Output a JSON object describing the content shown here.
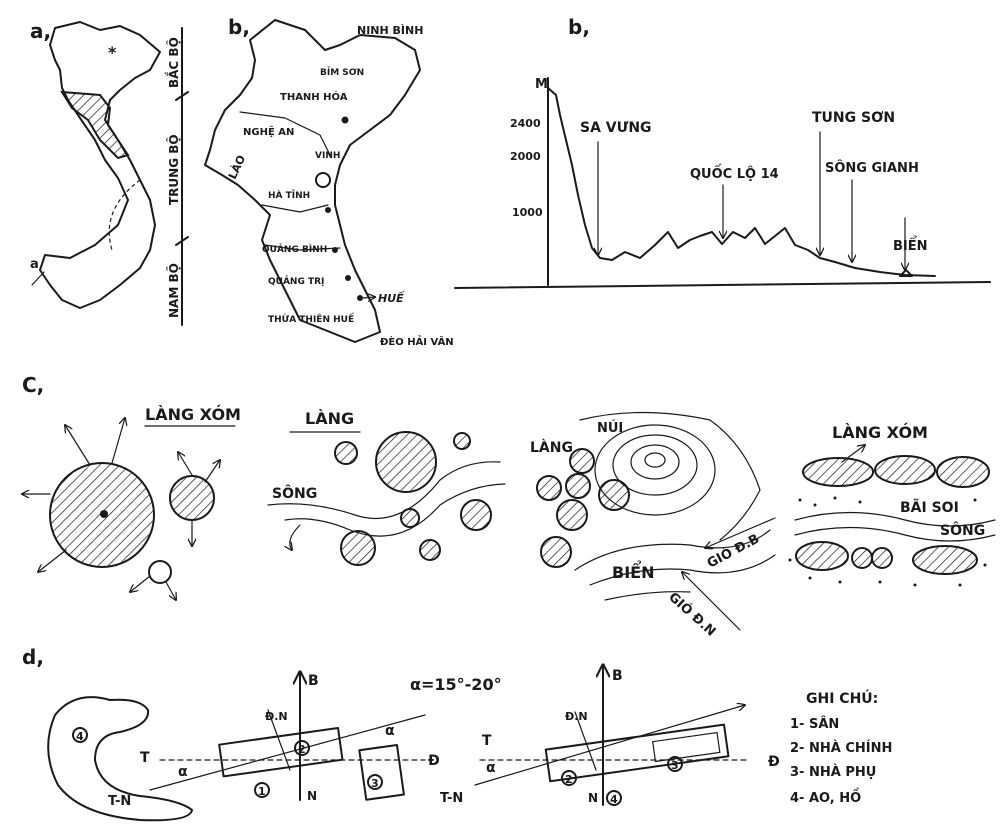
{
  "panels": {
    "a": {
      "label": "a,",
      "regions": [
        "BẮC BỘ",
        "TRUNG BỘ",
        "NAM BỘ"
      ]
    },
    "b_map": {
      "label": "b,",
      "places": [
        "NINH BÌNH",
        "BỈM SƠN",
        "THANH HÓA",
        "NGHỆ AN",
        "VINH",
        "LÀO",
        "HÀ TĨNH",
        "QUẢNG BÌNH",
        "QUẢNG TRỊ",
        "THỪA THIÊN HUẾ",
        "HUẾ",
        "ĐÈO HẢI VÂN"
      ]
    },
    "b_profile": {
      "label": "b,",
      "y_label": "M",
      "y_ticks": [
        "2400",
        "2000",
        "1000"
      ],
      "places": [
        "SA VƯNG",
        "QUỐC LỘ 14",
        "TUNG SƠN",
        "SÔNG GIANH",
        "BIỂN"
      ]
    },
    "c": {
      "label": "C,",
      "sketch1": [
        "LÀNG XÓM"
      ],
      "sketch2": [
        "LÀNG",
        "SÔNG"
      ],
      "sketch3": [
        "LÀNG",
        "NÚI",
        "BIỂN",
        "GIÓ Đ.B",
        "GIÓ Đ.N"
      ],
      "sketch4": [
        "LÀNG XÓM",
        "BÃI SOI",
        "SÔNG"
      ]
    },
    "d": {
      "label": "d,",
      "angle": "α=15°-20°",
      "compass": [
        "B",
        "Đ.N",
        "T",
        "Đ",
        "N",
        "T-N",
        "α"
      ],
      "numbers": [
        "1",
        "2",
        "3",
        "4"
      ]
    },
    "legend": {
      "title": "GHI CHÚ:",
      "items": [
        "1- SÂN",
        "2- NHÀ CHÍNH",
        "3- NHÀ PHỤ",
        "4- AO, HỒ"
      ]
    }
  }
}
